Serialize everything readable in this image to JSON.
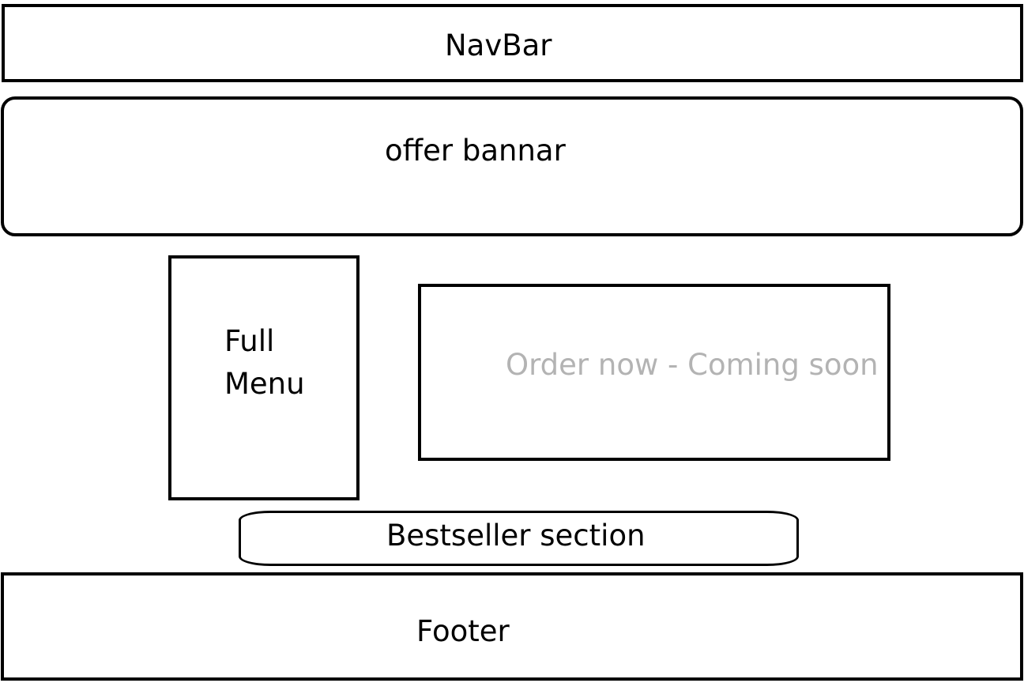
{
  "navbar": {
    "label": "NavBar"
  },
  "offer_banner": {
    "label": "offer bannar"
  },
  "full_menu": {
    "label": "Full Menu"
  },
  "order_now": {
    "label": "Order now - Coming soon",
    "text_color": "#b3b3b3"
  },
  "bestseller": {
    "label": "Bestseller section"
  },
  "footer": {
    "label": "Footer"
  }
}
